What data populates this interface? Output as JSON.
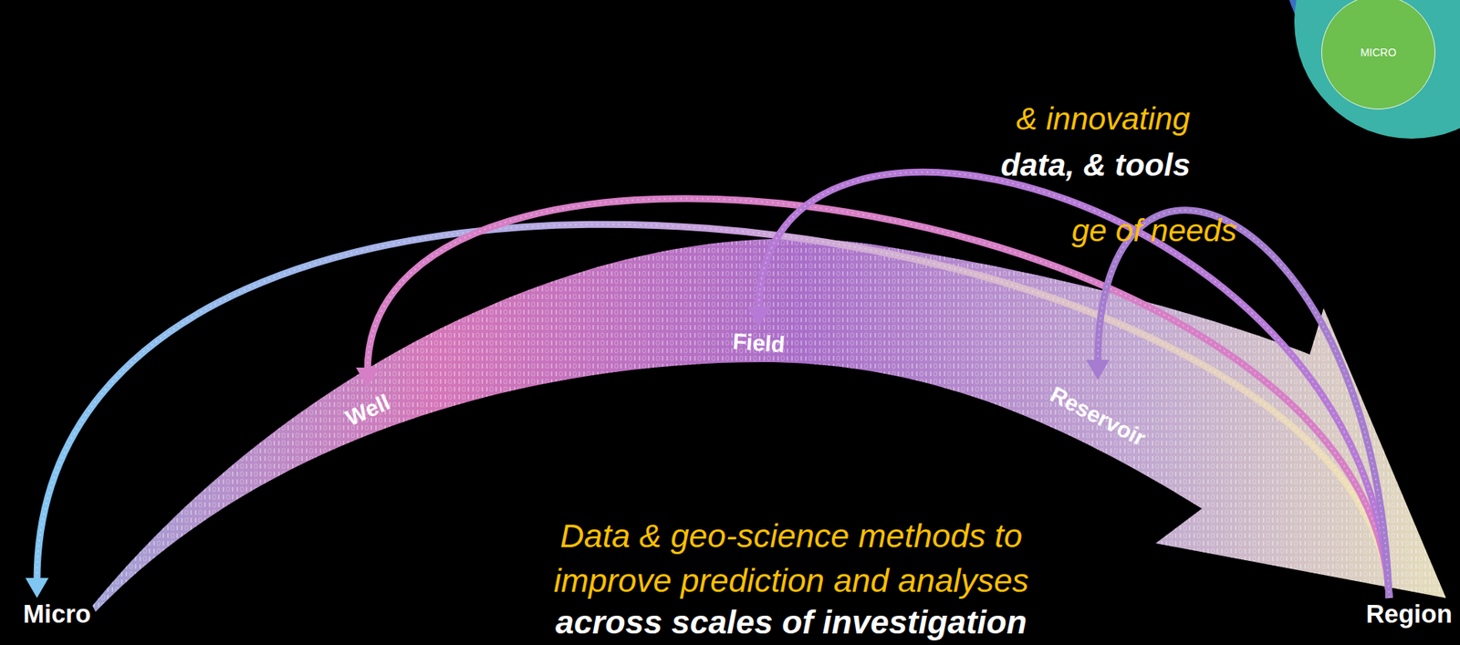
{
  "diagram": {
    "nodes": [
      {
        "text": [
          "Micro"
        ]
      },
      {
        "text": [
          "Well"
        ]
      },
      {
        "text": [
          "Field"
        ]
      },
      {
        "text": [
          "Reservoir"
        ]
      },
      {
        "text": [
          "Region"
        ]
      },
      {
        "text": [
          "MICRO"
        ]
      }
    ],
    "edges": [
      {
        "from": 0,
        "to": 4,
        "arrow": "to"
      },
      {
        "from": 4,
        "to": 0,
        "arrow": "to"
      },
      {
        "from": 4,
        "to": 1,
        "arrow": "to"
      },
      {
        "from": 4,
        "to": 2,
        "arrow": "to"
      },
      {
        "from": 4,
        "to": 3,
        "arrow": "to"
      }
    ],
    "labels": [
      "& innovating",
      "data, & tools",
      "ge of needs",
      "Data & geo-science methods to improve prediction and analyses",
      "across scales of investigation"
    ]
  }
}
